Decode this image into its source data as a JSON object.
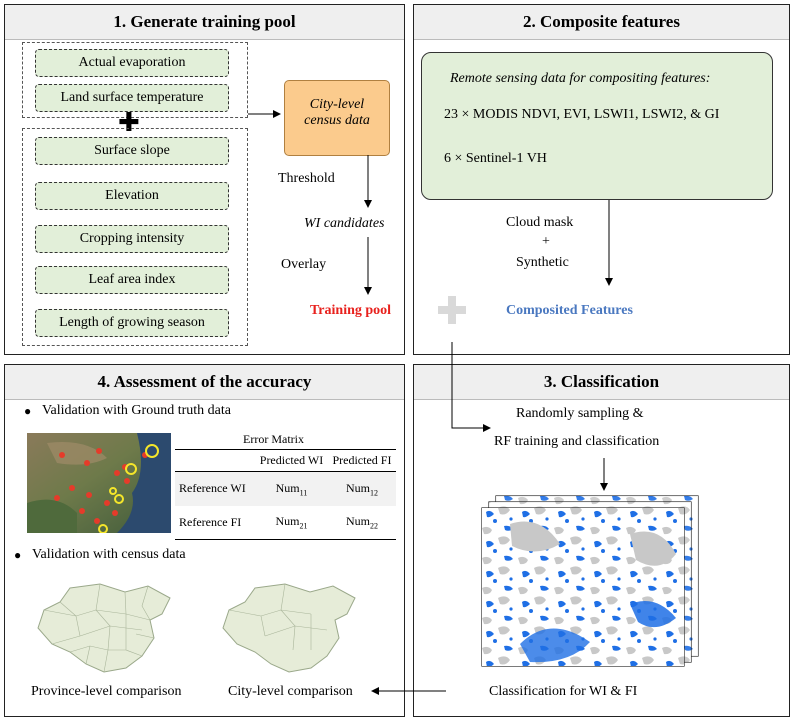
{
  "panels": {
    "p1": {
      "title": "1. Generate training pool"
    },
    "p2": {
      "title": "2. Composite features"
    },
    "p3": {
      "title": "3. Classification"
    },
    "p4": {
      "title": "4. Assessment of the accuracy"
    }
  },
  "training_pool": {
    "group1": [
      "Actual evaporation",
      "Land surface temperature"
    ],
    "plus_symbol": "✚",
    "group2": [
      "Surface slope",
      "Elevation",
      "Cropping intensity",
      "Leaf area index",
      "Length of growing season"
    ],
    "census_box": {
      "line1": "City-level",
      "line2": "census data"
    },
    "threshold_label": "Threshold",
    "wi_candidates_label": "WI candidates",
    "overlay_label": "Overlay",
    "training_pool_label": "Training pool"
  },
  "composite": {
    "box_title": "Remote sensing data for compositing features:",
    "line1": "23 × MODIS NDVI, EVI, LSWI1, LSWI2, & GI",
    "line2": "6  × Sentinel-1 VH",
    "cloud_mask": "Cloud mask",
    "plus": "+",
    "synthetic": "Synthetic",
    "composited_features": "Composited Features"
  },
  "classification": {
    "line1": "Randomly sampling &",
    "line2": "RF training and classification",
    "caption": "Classification for WI & FI"
  },
  "assessment": {
    "bullet": "●",
    "ground_truth": "Validation with Ground truth data",
    "census": "Validation with census data",
    "matrix": {
      "title": "Error Matrix",
      "header": [
        "",
        "Predicted WI",
        "Predicted FI"
      ],
      "rows": [
        {
          "label": "Reference WI",
          "cells": [
            [
              "Num",
              "11"
            ],
            [
              "Num",
              "12"
            ]
          ]
        },
        {
          "label": "Reference FI",
          "cells": [
            [
              "Num",
              "21"
            ],
            [
              "Num",
              "22"
            ]
          ]
        }
      ]
    },
    "province_caption": "Province-level comparison",
    "city_caption": "City-level comparison"
  },
  "colors": {
    "training_pool_red": "#e8211d",
    "composited_blue": "#4a78c0",
    "green_box": "#e2efd9",
    "census_orange": "#fbcb8d",
    "map_blue": "#1f6fe5"
  }
}
